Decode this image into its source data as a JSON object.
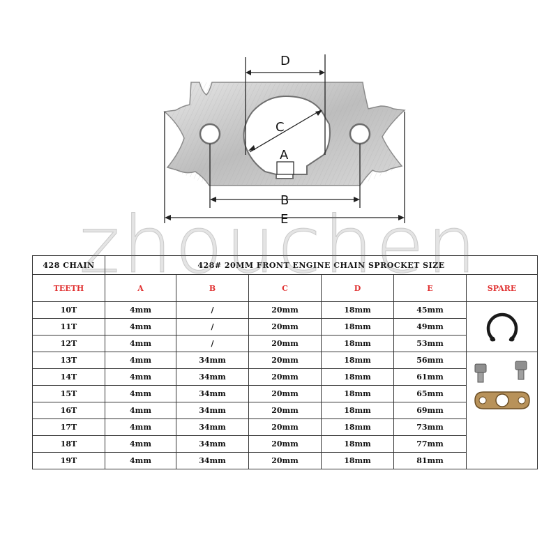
{
  "diagram": {
    "labels": {
      "a": "A",
      "b": "B",
      "c": "C",
      "d": "D",
      "e": "E"
    }
  },
  "watermark": "zhouchen",
  "table": {
    "chain": "428 CHAIN",
    "title": "428# 20MM FRONT ENGINE CHAIN SPROCKET SIZE",
    "headers": [
      "TEETH",
      "A",
      "B",
      "C",
      "D",
      "E",
      "SPARE"
    ],
    "rows": [
      [
        "10T",
        "4mm",
        "/",
        "20mm",
        "18mm",
        "45mm"
      ],
      [
        "11T",
        "4mm",
        "/",
        "20mm",
        "18mm",
        "49mm"
      ],
      [
        "12T",
        "4mm",
        "/",
        "20mm",
        "18mm",
        "53mm"
      ],
      [
        "13T",
        "4mm",
        "34mm",
        "20mm",
        "18mm",
        "56mm"
      ],
      [
        "14T",
        "4mm",
        "34mm",
        "20mm",
        "18mm",
        "61mm"
      ],
      [
        "15T",
        "4mm",
        "34mm",
        "20mm",
        "18mm",
        "65mm"
      ],
      [
        "16T",
        "4mm",
        "34mm",
        "20mm",
        "18mm",
        "69mm"
      ],
      [
        "17T",
        "4mm",
        "34mm",
        "20mm",
        "18mm",
        "73mm"
      ],
      [
        "18T",
        "4mm",
        "34mm",
        "20mm",
        "18mm",
        "77mm"
      ],
      [
        "19T",
        "4mm",
        "34mm",
        "20mm",
        "18mm",
        "81mm"
      ]
    ],
    "spare_icons": [
      "circlip-icon",
      "lock-plate-with-bolts-icon"
    ]
  },
  "colors": {
    "header_red": "#e03030",
    "border": "#333333",
    "metal": "#c9c9c9",
    "lock_plate": "#b8925a"
  }
}
